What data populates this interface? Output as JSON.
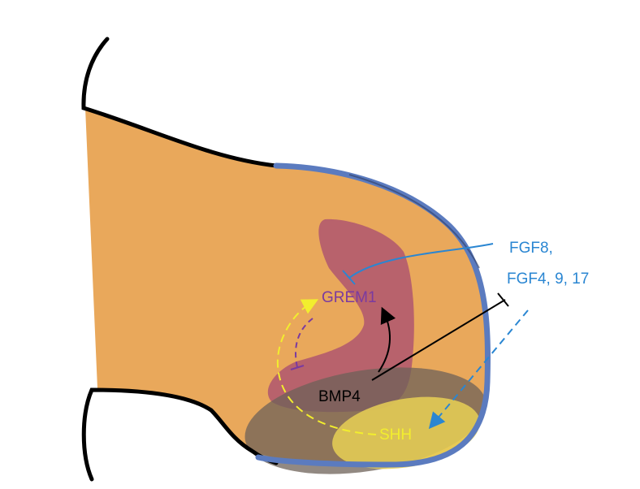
{
  "labels": {
    "fgf8": "FGF8,",
    "fgf_other": "FGF4, 9, 17",
    "grem1": "GREM1",
    "bmp4": "BMP4",
    "shh": "SHH"
  },
  "colors": {
    "mesenchyme": "#E9A85B",
    "ectoderm_ridge": "#5B7BBF",
    "outline": "#000000",
    "grem1_domain": "#B35A6E",
    "bmp4_domain": "#6E6258",
    "shh_domain": "#E8D055",
    "fgf_text": "#2A86D2",
    "grem1_text": "#7A3AA0",
    "shh_text": "#F2EE2E",
    "bmp4_text": "#000000"
  }
}
